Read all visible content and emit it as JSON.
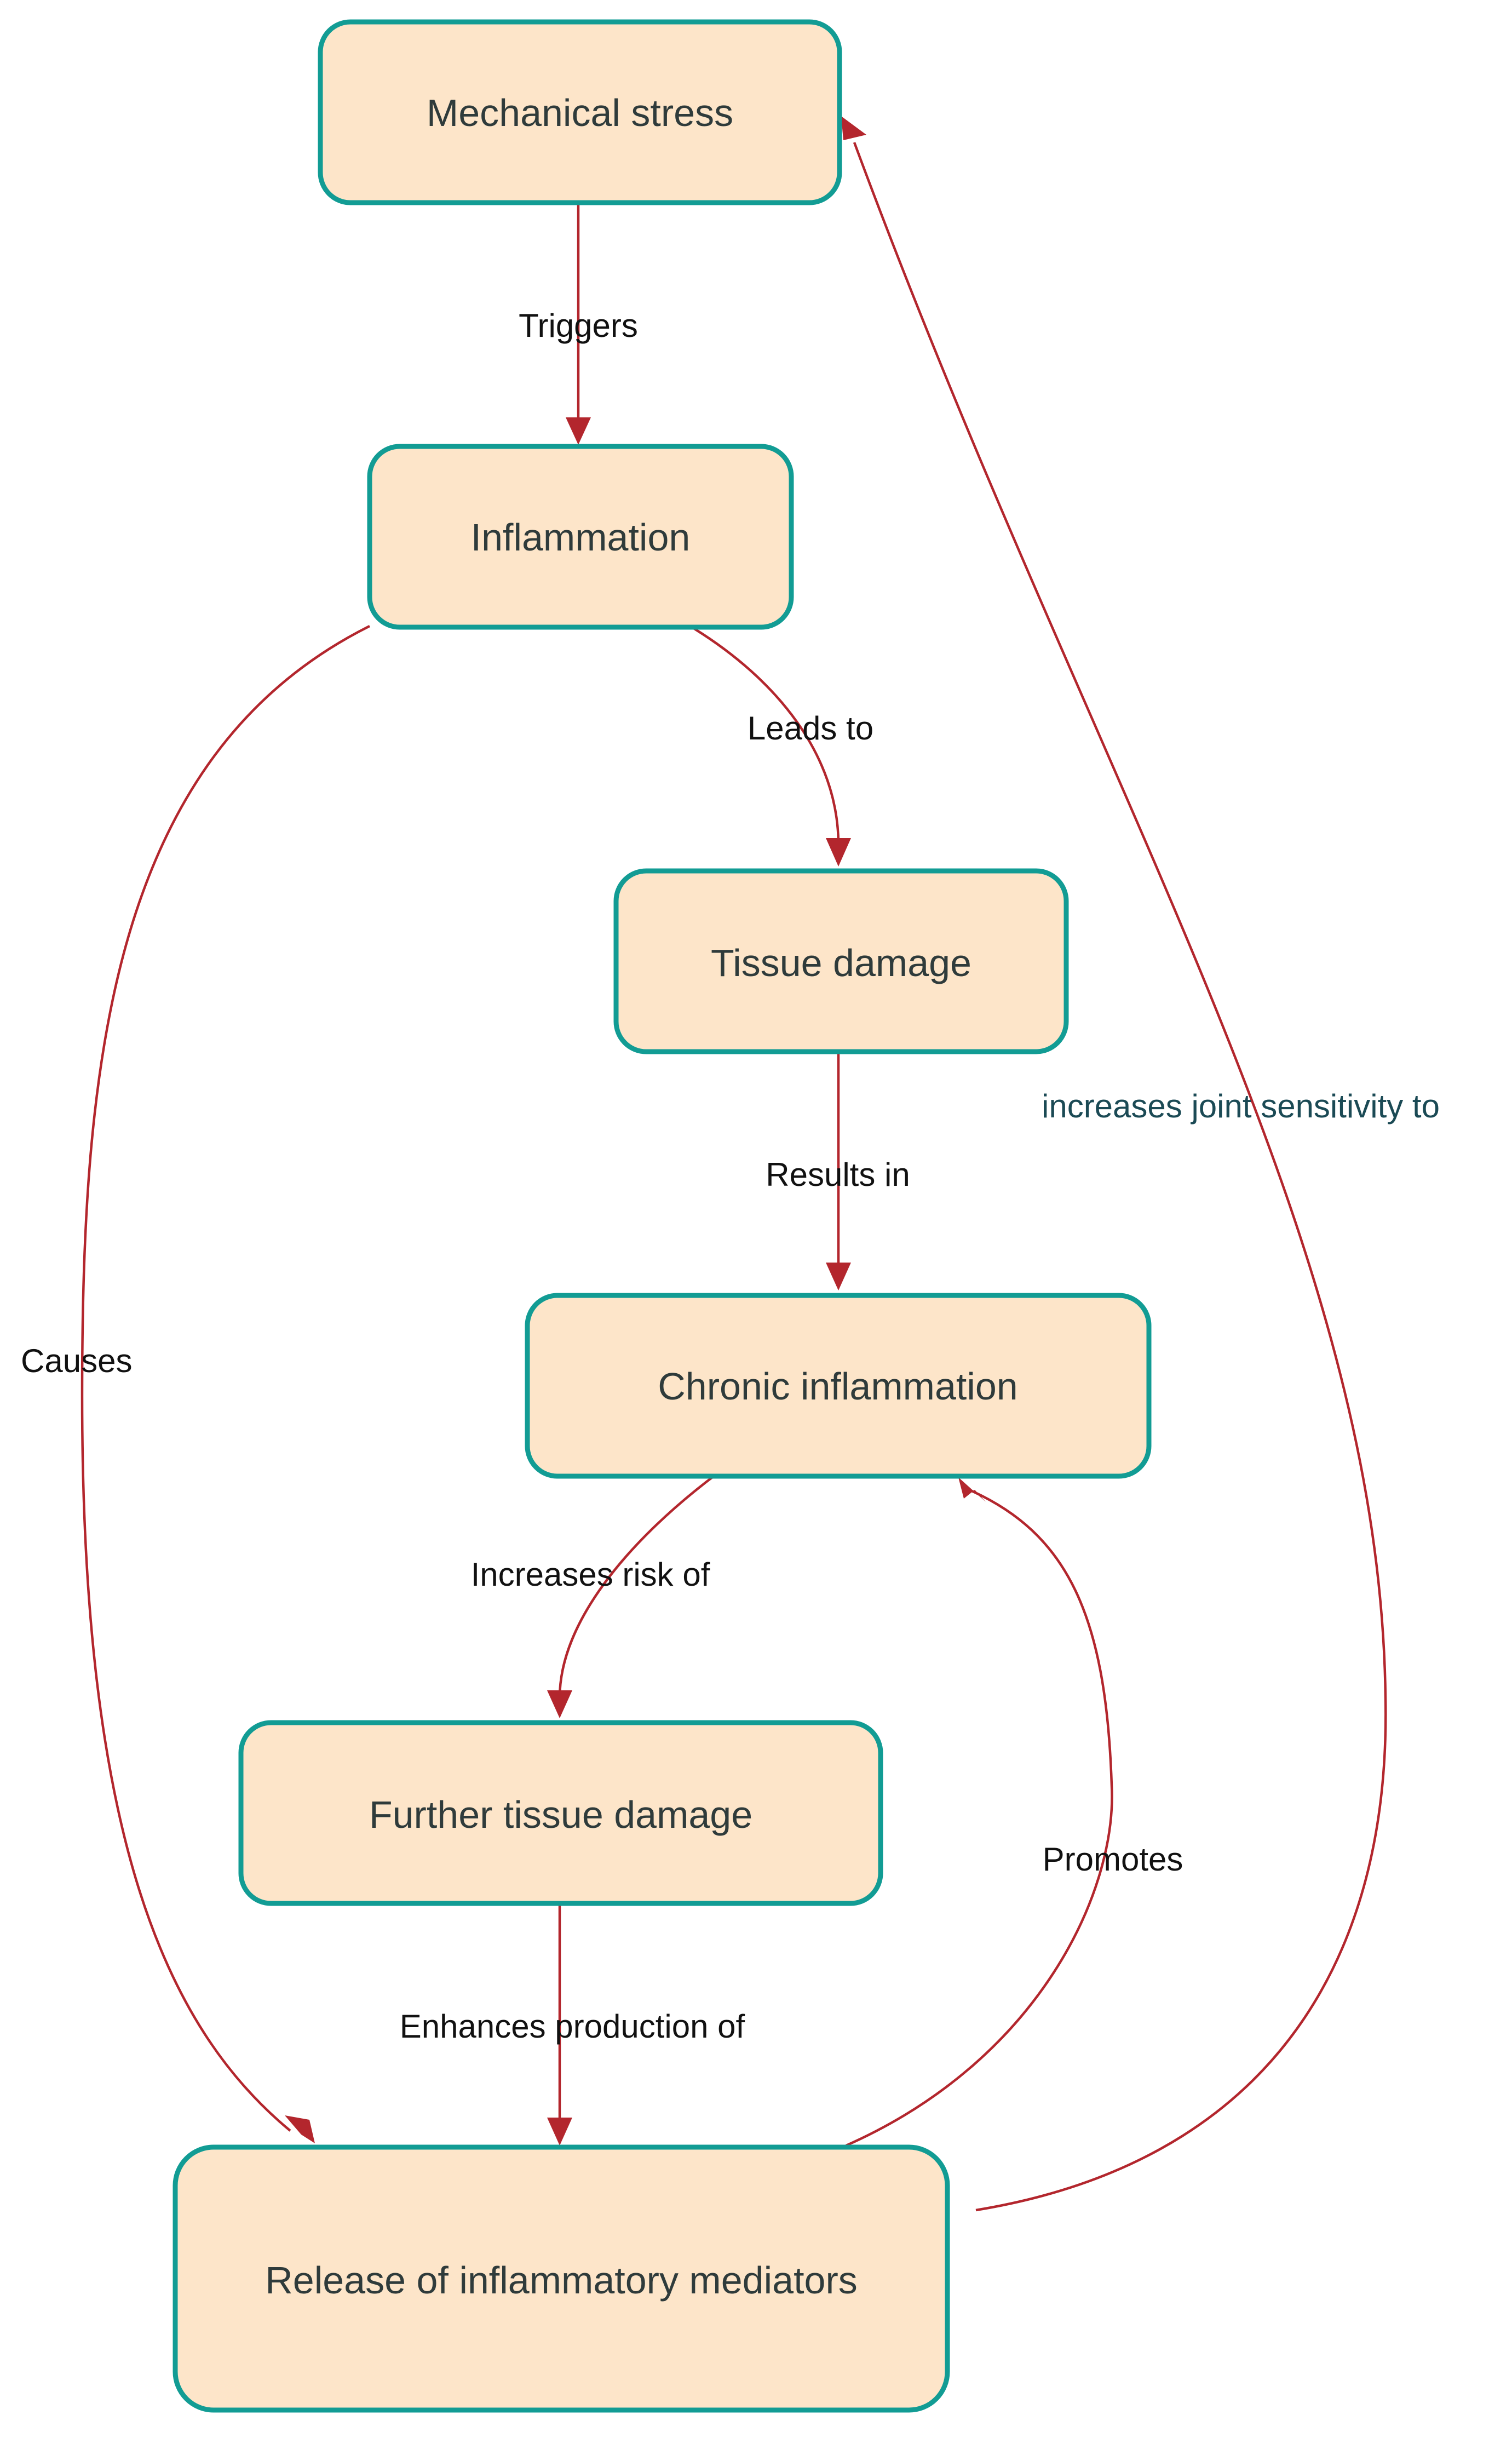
{
  "colors": {
    "node_fill": "#fde5c9",
    "node_border": "#129c94",
    "arrow": "#b3262d",
    "text": "#2f3b3b"
  },
  "nodes": {
    "mechanical_stress": "Mechanical stress",
    "inflammation": "Inflammation",
    "tissue_damage": "Tissue damage",
    "chronic_inflammation": "Chronic inflammation",
    "further_tissue_damage": "Further tissue damage",
    "release_mediators": "Release of inflammatory mediators"
  },
  "edges": {
    "triggers": "Triggers",
    "leads_to": "Leads to",
    "results_in": "Results in",
    "increases_risk_of": "Increases risk of",
    "enhances_production_of": "Enhances production of",
    "causes": "Causes",
    "promotes": "Promotes",
    "increases_joint_sensitivity_to": "increases joint sensitivity to"
  }
}
